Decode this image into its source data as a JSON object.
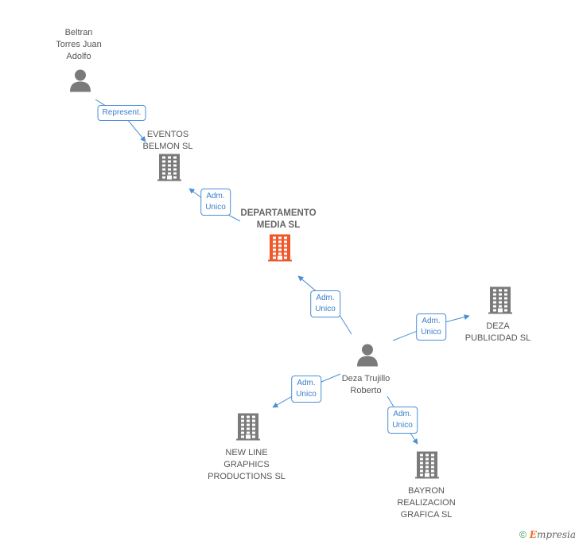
{
  "nodes": [
    {
      "id": "beltran",
      "type": "person",
      "label": "Beltran\nTorres Juan\nAdolfo"
    },
    {
      "id": "eventos",
      "type": "company",
      "label": "EVENTOS\nBELMON SL"
    },
    {
      "id": "departamento",
      "type": "company",
      "main": true,
      "label": "DEPARTAMENTO\nMEDIA SL"
    },
    {
      "id": "deza_trujillo",
      "type": "person",
      "label": "Deza Trujillo\nRoberto"
    },
    {
      "id": "deza_publicidad",
      "type": "company",
      "label": "DEZA\nPUBLICIDAD SL"
    },
    {
      "id": "new_line",
      "type": "company",
      "label": "NEW LINE\nGRAPHICS\nPRODUCTIONS SL"
    },
    {
      "id": "bayron",
      "type": "company",
      "label": "BAYRON\nREALIZACION\nGRAFICA SL"
    }
  ],
  "edges": [
    {
      "from": "beltran",
      "to": "eventos",
      "label": "Represent."
    },
    {
      "from": "departamento",
      "to": "eventos",
      "label": "Adm.\nUnico"
    },
    {
      "from": "deza_trujillo",
      "to": "departamento",
      "label": "Adm.\nUnico"
    },
    {
      "from": "deza_trujillo",
      "to": "deza_publicidad",
      "label": "Adm.\nUnico"
    },
    {
      "from": "deza_trujillo",
      "to": "new_line",
      "label": "Adm.\nUnico"
    },
    {
      "from": "deza_trujillo",
      "to": "bayron",
      "label": "Adm.\nUnico"
    }
  ],
  "colors": {
    "edge": "#4a8fd6",
    "company_icon": "#7a7a7a",
    "main_company_icon": "#f0582a",
    "person_icon": "#7a7a7a"
  },
  "footer": {
    "copyright_symbol": "©",
    "brand_first": "E",
    "brand_rest": "mpresia"
  }
}
